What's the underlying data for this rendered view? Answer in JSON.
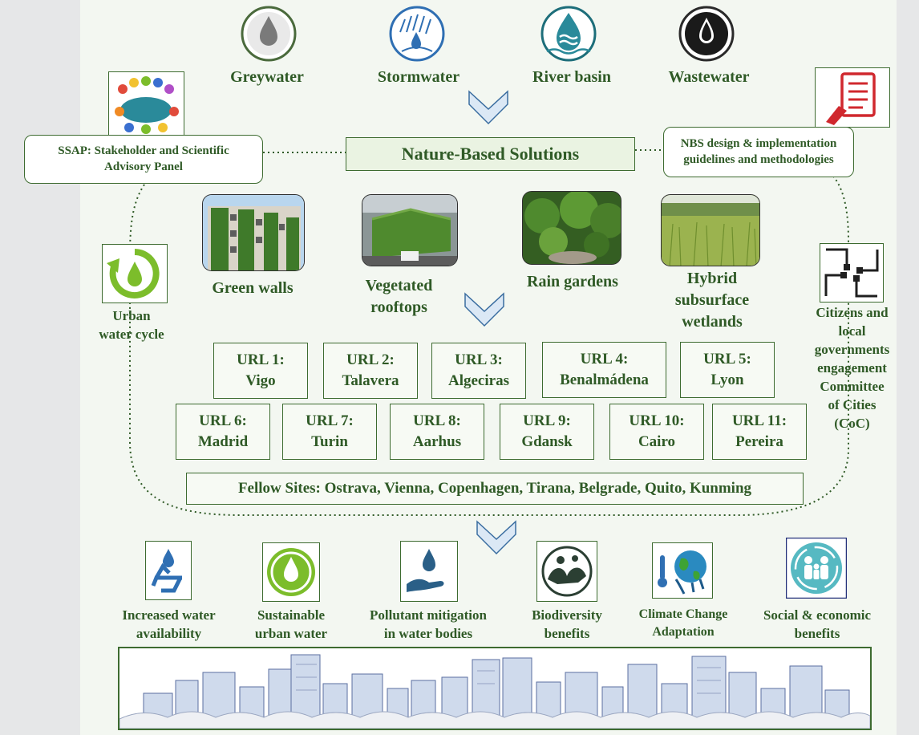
{
  "water_sources": [
    {
      "label": "Greywater",
      "icon": "greywater-drop-icon"
    },
    {
      "label": "Stormwater",
      "icon": "stormwater-rain-icon"
    },
    {
      "label": "River basin",
      "icon": "river-basin-icon"
    },
    {
      "label": "Wastewater",
      "icon": "wastewater-drop-icon"
    }
  ],
  "center_title": "Nature-Based Solutions",
  "ssap": {
    "line1": "SSAP: Stakeholder and Scientific",
    "line2": "Advisory Panel"
  },
  "guidelines": {
    "line1": "NBS design & implementation",
    "line2": "guidelines and methodologies"
  },
  "solutions": [
    {
      "line1": "Green walls",
      "line2": ""
    },
    {
      "line1": "Vegetated",
      "line2": "rooftops"
    },
    {
      "line1": "Rain gardens",
      "line2": ""
    },
    {
      "line1": "Hybrid",
      "line2": "subsurface",
      "line3": "wetlands"
    }
  ],
  "urban_cycle": {
    "line1": "Urban",
    "line2": "water cycle"
  },
  "citizens": [
    "Citizens and",
    "local",
    "governments",
    "engagement",
    "Committee",
    "of Cities",
    "(CoC)"
  ],
  "urls_row1": [
    {
      "code": "URL 1:",
      "city": "Vigo"
    },
    {
      "code": "URL 2:",
      "city": "Talavera"
    },
    {
      "code": "URL 3:",
      "city": "Algeciras"
    },
    {
      "code": "URL 4:",
      "city": "Benalmádena"
    },
    {
      "code": "URL 5:",
      "city": "Lyon"
    }
  ],
  "urls_row2": [
    {
      "code": "URL 6:",
      "city": "Madrid"
    },
    {
      "code": "URL 7:",
      "city": "Turin"
    },
    {
      "code": "URL 8:",
      "city": "Aarhus"
    },
    {
      "code": "URL 9:",
      "city": "Gdansk"
    },
    {
      "code": "URL 10:",
      "city": "Cairo"
    },
    {
      "code": "URL 11:",
      "city": "Pereira"
    }
  ],
  "fellow_sites": "Fellow Sites: Ostrava, Vienna, Copenhagen, Tirana, Belgrade, Quito, Kunming",
  "benefits": [
    {
      "line1": "Increased water",
      "line2": "availability"
    },
    {
      "line1": "Sustainable",
      "line2": "urban water"
    },
    {
      "line1": "Pollutant mitigation",
      "line2": "in water bodies"
    },
    {
      "line1": "Biodiversity",
      "line2": "benefits"
    },
    {
      "line1": "Climate Change",
      "line2": "Adaptation"
    },
    {
      "line1": "Social & economic",
      "line2": "benefits"
    }
  ],
  "colors": {
    "green_text": "#2f5a26",
    "accent_green": "#7cbd2b",
    "blue": "#2f6fb3",
    "teal": "#2a8a9a",
    "arrow": "#dbe8f5"
  }
}
